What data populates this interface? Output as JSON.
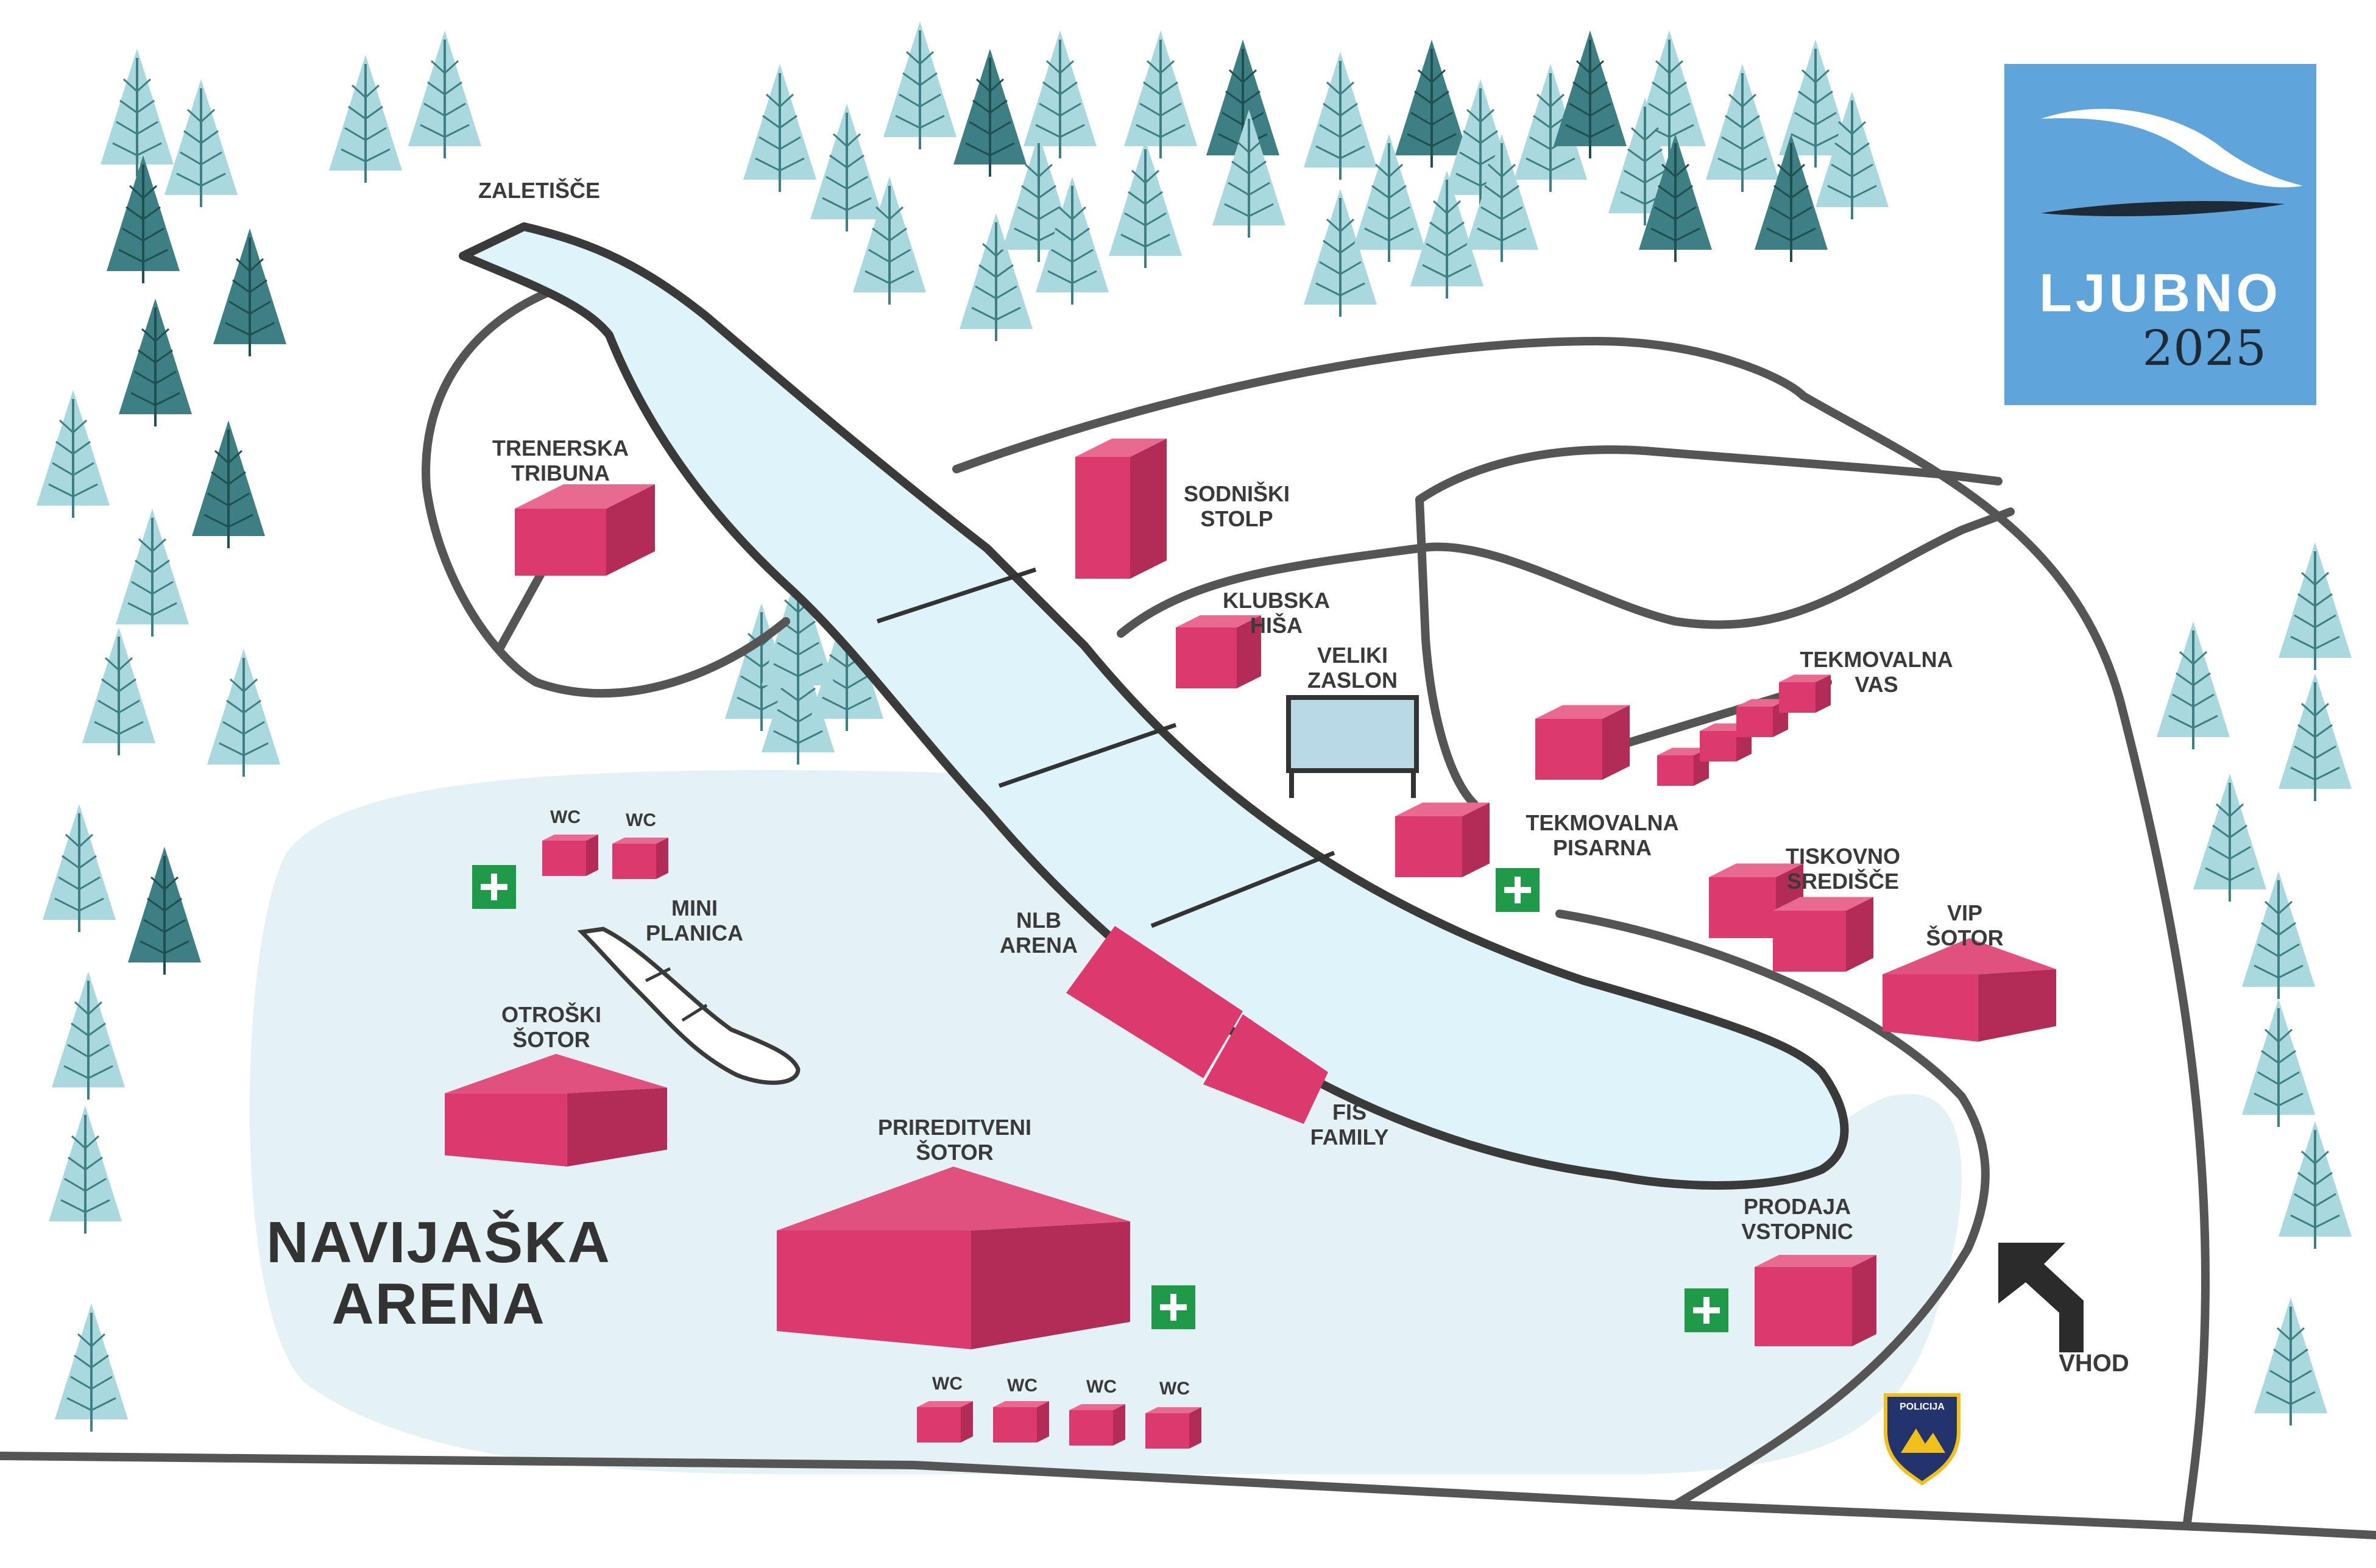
{
  "logo": {
    "name": "LJUBNO",
    "year": "2025"
  },
  "labels": {
    "zaletisce": "ZALETIŠČE",
    "trenerska": "TRENERSKA\nTRIBUNA",
    "sodniski": "SODNIŠKI\nSTOLP",
    "klubska": "KLUBSKA\nHIŠA",
    "zaslon": "VELIKI\nZASLON",
    "vas": "TEKMOVALNA\nVAS",
    "pisarna": "TEKMOVALNA\nPISARNA",
    "tiskovno": "TISKOVNO\nSREDIŠČE",
    "vip": "VIP\nŠOTOR",
    "nlb": "NLB\nARENA",
    "fis": "FIS\nFAMILY",
    "mini": "MINI\nPLANICA",
    "otroski": "OTROŠKI\nŠOTOR",
    "prireditveni": "PRIREDITVENI\nŠOTOR",
    "prodaja": "PRODAJA\nVSTOPNIC",
    "vhod": "VHOD",
    "arena": "NAVIJAŠKA\nARENA",
    "wc": "WC",
    "policija": "POLICIJA"
  },
  "colors": {
    "building": "#dc3a6e",
    "building_dark": "#b22c57",
    "first_aid": "#1f9a48",
    "tree": "#a9d8de",
    "tree_dark": "#3d7f82",
    "arena_bg": "#e4f1f5",
    "hill": "#def3fa",
    "road": "#555555",
    "logo_bg": "#5fa5dc"
  },
  "icons": [
    "first-aid-icon",
    "entrance-arrow-icon",
    "police-badge-icon",
    "tree-icon"
  ]
}
